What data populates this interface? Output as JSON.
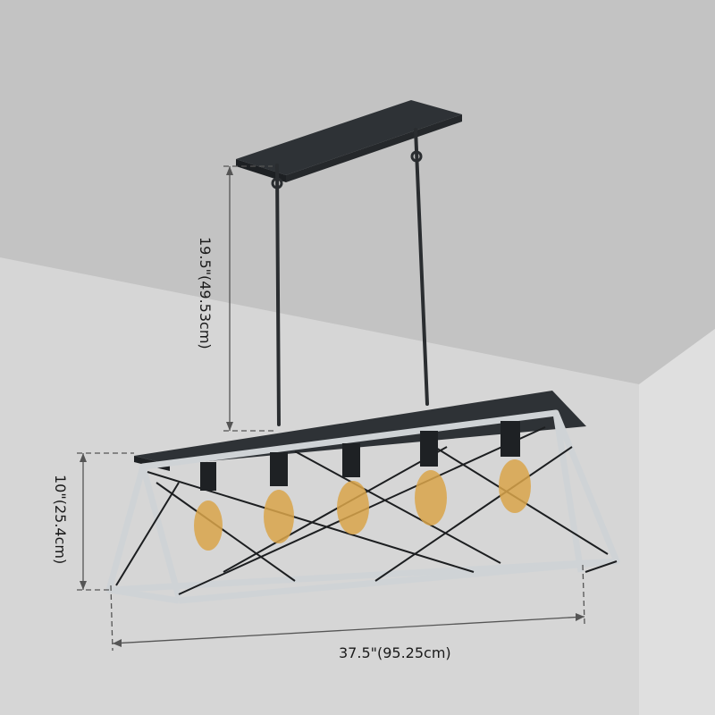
{
  "product": {
    "type": "linear pendant chandelier",
    "bulb_count": 5
  },
  "dimensions": {
    "height_hanging": "19.5\"(49.53cm)",
    "height_body": "10\"(25.4cm)",
    "width": "37.5\"(95.25cm)"
  },
  "colors": {
    "ceiling": "#c3c3c3",
    "wall": "#d6d6d6",
    "right_wall": "#dfdfdf",
    "metal_black": "#2b2f33",
    "frame_white": "#cfd3d6",
    "bulb_glow": "#d9a54a"
  }
}
